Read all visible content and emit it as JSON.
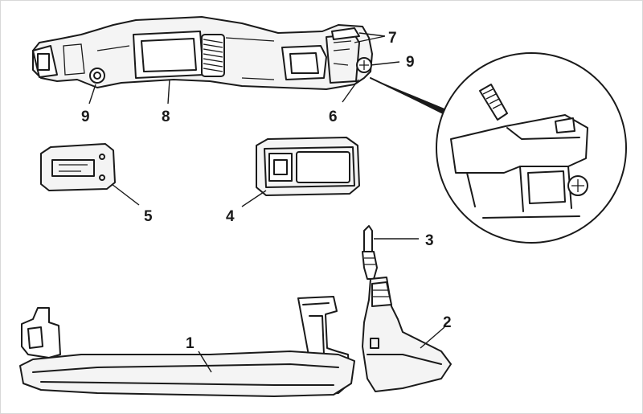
{
  "labels": {
    "l1": "1",
    "l2": "2",
    "l3": "3",
    "l4": "4",
    "l5": "5",
    "l6": "6",
    "l7": "7",
    "l8": "8",
    "l9a": "9",
    "l9b": "9"
  },
  "colors": {
    "ink": "#1a1a1a",
    "paper": "#ffffff"
  }
}
